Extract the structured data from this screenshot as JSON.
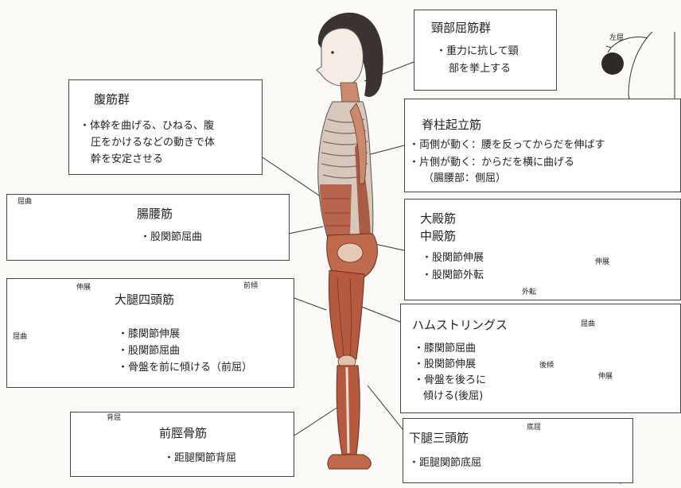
{
  "boxes": {
    "neck": {
      "title": "頸部屈筋群",
      "lines": [
        "・重力に抗して頸",
        "部を挙上する"
      ],
      "arrow_label": "左屈"
    },
    "abdominal": {
      "title": "腹筋群",
      "lines": [
        "・体幹を曲げる、ひねる、腹",
        "圧をかけるなどの動きで体",
        "幹を安定させる"
      ]
    },
    "erector": {
      "title": "脊柱起立筋",
      "lines": [
        "・両側が動く：腰を反ってからだを伸ばす",
        "・片側が動く：からだを横に曲げる",
        "（腸腰部：側屈）"
      ]
    },
    "iliopsoas": {
      "title": "腸腰筋",
      "lines": [
        "・股関節屈曲"
      ],
      "arrow_label": "屈曲"
    },
    "gluteus": {
      "title_lines": [
        "大殿筋",
        "中殿筋"
      ],
      "lines": [
        "・股関節伸展",
        "・股関節外転"
      ],
      "labels": [
        "伸展",
        "外転"
      ]
    },
    "quadriceps": {
      "title": "大腿四頭筋",
      "lines": [
        "・膝関節伸展",
        "・股関節屈曲",
        "・骨盤を前に傾ける（前屈）"
      ],
      "labels": [
        "伸展",
        "屈曲",
        "前傾"
      ]
    },
    "hamstrings": {
      "title": "ハムストリングス",
      "lines": [
        "・膝関節屈曲",
        "・股関節伸展",
        "・骨盤を後ろに",
        "傾ける(後屈)"
      ],
      "labels": [
        "屈曲",
        "後傾",
        "伸展"
      ]
    },
    "tibialis": {
      "title": "前脛骨筋",
      "lines": [
        "・距腿関節背屈"
      ],
      "arrow_label": "背屈"
    },
    "triceps_surae": {
      "title": "下腿三頭筋",
      "lines": [
        "・距腿関節底屈"
      ],
      "arrow_label": "底屈"
    }
  }
}
